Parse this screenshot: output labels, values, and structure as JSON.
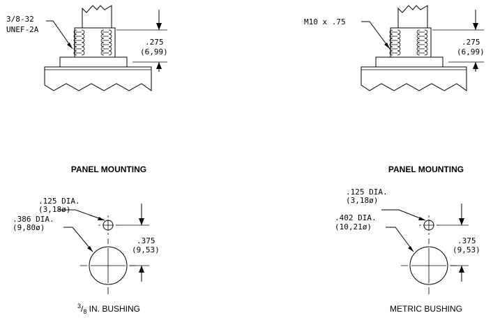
{
  "left": {
    "thread_callout": [
      "3/8-32",
      "UNEF-2A"
    ],
    "height_dim": [
      ".275",
      "(6,99)"
    ],
    "mount_heading": "PANEL MOUNTING",
    "small_hole": [
      ".125 DIA.",
      "(3,18ø)"
    ],
    "large_hole": [
      ".386 DIA.",
      "(9,80ø)"
    ],
    "spacing_dim": [
      ".375",
      "(9,53)"
    ],
    "caption_sup": "3",
    "caption_sub": "8",
    "caption_rest": " IN. BUSHING"
  },
  "right": {
    "thread_callout": "M10 x .75",
    "height_dim": [
      ".275",
      "(6,99)"
    ],
    "mount_heading": "PANEL MOUNTING",
    "small_hole": [
      ".125 DIA.",
      "(3,18ø)"
    ],
    "large_hole": [
      ".402 DIA.",
      "(10,21ø)"
    ],
    "spacing_dim": [
      ".375",
      "(9,53)"
    ],
    "caption": "METRIC BUSHING"
  }
}
